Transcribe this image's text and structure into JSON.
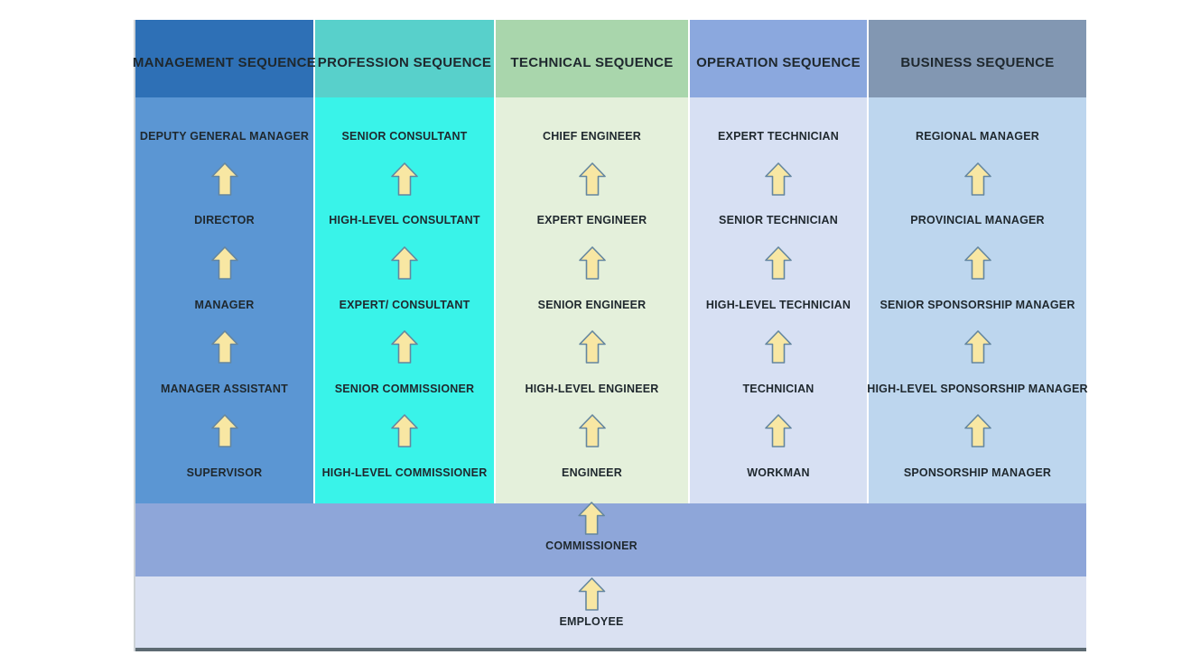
{
  "colors": {
    "text": "#1f282e",
    "arrow_fill": "#f8e7a3",
    "arrow_stroke": "#64869f",
    "bottom_bar": "#5d6a72",
    "commissioner_row": "#8ea6d9",
    "employee_row": "#dae1f2"
  },
  "columns": [
    {
      "title": "MANAGEMENT SEQUENCE",
      "header_color": "#2e70b6",
      "body_color": "#5b96d3",
      "levels": [
        "DEPUTY GENERAL MANAGER",
        "DIRECTOR",
        "MANAGER",
        "MANAGER ASSISTANT",
        "SUPERVISOR"
      ]
    },
    {
      "title": "PROFESSION SEQUENCE",
      "header_color": "#58d0cb",
      "body_color": "#39f3e9",
      "levels": [
        "SENIOR CONSULTANT",
        "HIGH-LEVEL CONSULTANT",
        "EXPERT/ CONSULTANT",
        "SENIOR COMMISSIONER",
        "HIGH-LEVEL COMMISSIONER"
      ]
    },
    {
      "title": "TECHNICAL SEQUENCE",
      "header_color": "#a9d6ac",
      "body_color": "#e4f0db",
      "levels": [
        "CHIEF ENGINEER",
        "EXPERT ENGINEER",
        "SENIOR ENGINEER",
        "HIGH-LEVEL ENGINEER",
        "ENGINEER"
      ]
    },
    {
      "title": "OPERATION SEQUENCE",
      "header_color": "#8ba8de",
      "body_color": "#d7e0f3",
      "levels": [
        "EXPERT TECHNICIAN",
        "SENIOR TECHNICIAN",
        "HIGH-LEVEL TECHNICIAN",
        "TECHNICIAN",
        "WORKMAN"
      ]
    },
    {
      "title": "BUSINESS SEQUENCE",
      "header_color": "#8297b2",
      "body_color": "#bdd6ee",
      "levels": [
        "REGIONAL MANAGER",
        "PROVINCIAL MANAGER",
        "SENIOR SPONSORSHIP MANAGER",
        "HIGH-LEVEL SPONSORSHIP MANAGER",
        "SPONSORSHIP MANAGER"
      ]
    }
  ],
  "base_levels": [
    {
      "label": "COMMISSIONER"
    },
    {
      "label": "EMPLOYEE"
    }
  ]
}
